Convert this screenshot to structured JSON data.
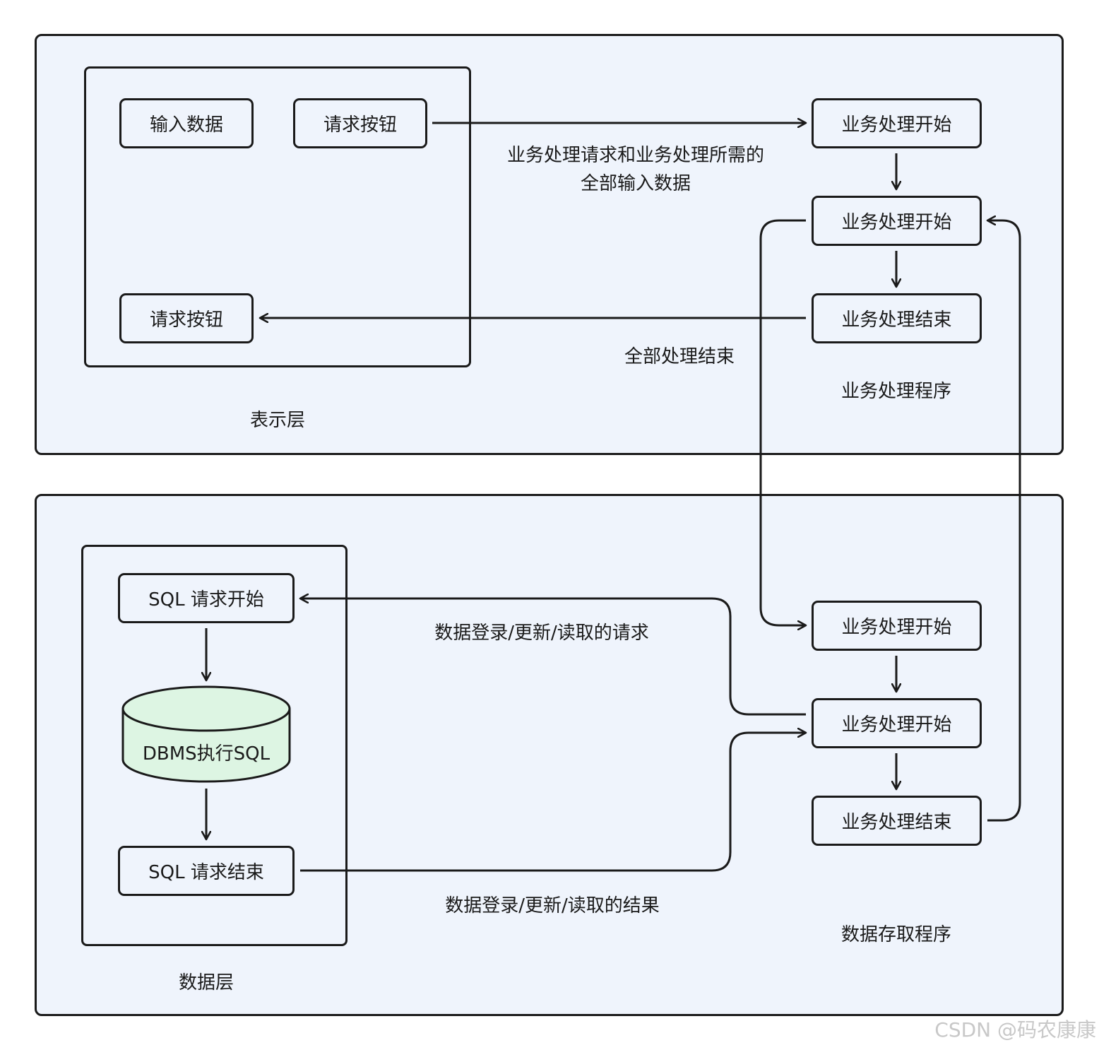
{
  "presentation_layer": {
    "title": "表示层",
    "input_data": "输入数据",
    "request_button": "请求按钮",
    "request_button_2": "请求按钮"
  },
  "business_program": {
    "title": "业务处理程序",
    "start_1": "业务处理开始",
    "start_2": "业务处理开始",
    "end": "业务处理结束"
  },
  "data_access_program": {
    "title": "数据存取程序",
    "start_1": "业务处理开始",
    "start_2": "业务处理开始",
    "end": "业务处理结束"
  },
  "data_layer": {
    "title": "数据层",
    "sql_start": "SQL 请求开始",
    "dbms": "DBMS执行SQL",
    "sql_end": "SQL 请求结束"
  },
  "edges": {
    "request_line1": "业务处理请求和业务处理所需的",
    "request_line2": "全部输入数据",
    "all_done": "全部处理结束",
    "data_request": "数据登录/更新/读取的请求",
    "data_result": "数据登录/更新/读取的结果"
  },
  "watermark": "CSDN @码农康康",
  "colors": {
    "panel_fill": "#eff4fc",
    "db_fill": "#ddf5e3",
    "stroke": "#1a1a1a"
  }
}
